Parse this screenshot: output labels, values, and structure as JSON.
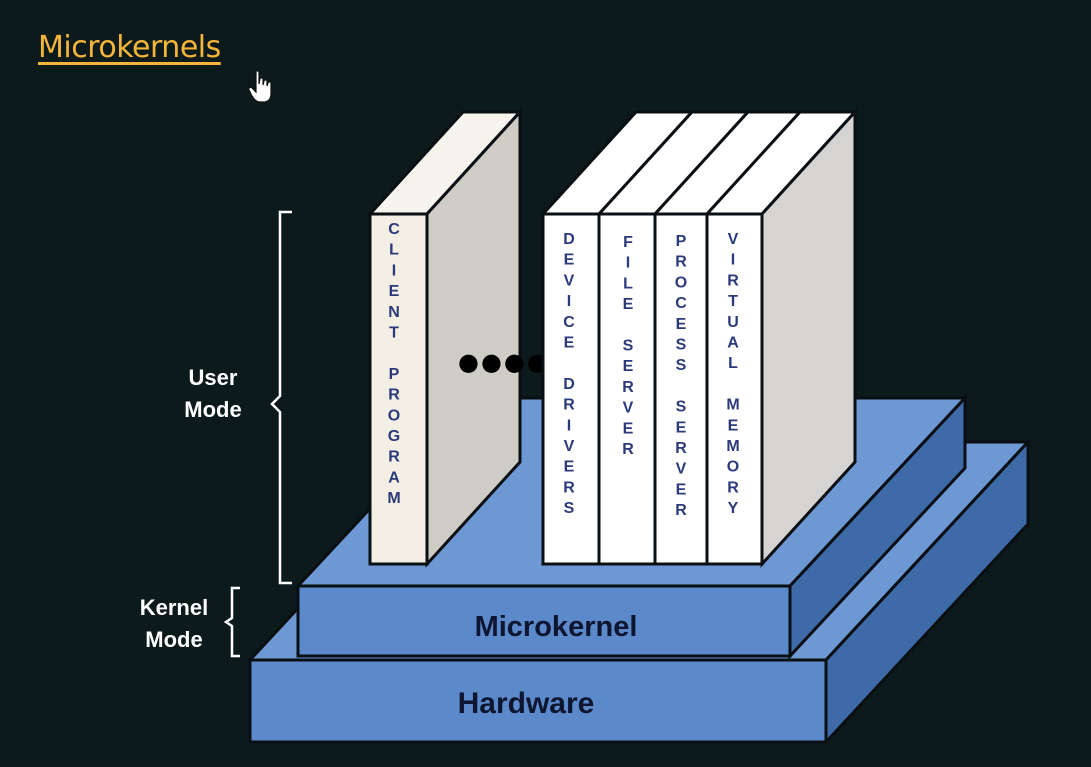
{
  "title": "Microkernels",
  "labels": {
    "user_mode": [
      "User",
      "Mode"
    ],
    "kernel_mode": [
      "Kernel",
      "Mode"
    ]
  },
  "layers": {
    "microkernel": "Microkernel",
    "hardware": "Hardware"
  },
  "client_book": "CLIENT PROGRAM",
  "ellipsis": "●●●●",
  "server_books": [
    "DEVICE DRIVERS",
    "FILE SERVER",
    "PROCESS SERVER",
    "VIRTUAL MEMORY"
  ],
  "colors": {
    "background": "#0c1a1b",
    "title": "#f5b43a",
    "layer_front": "#5b89c9",
    "layer_top": "#6d98d4",
    "layer_side": "#3f6aa8",
    "book_text": "#2b3a7a"
  }
}
